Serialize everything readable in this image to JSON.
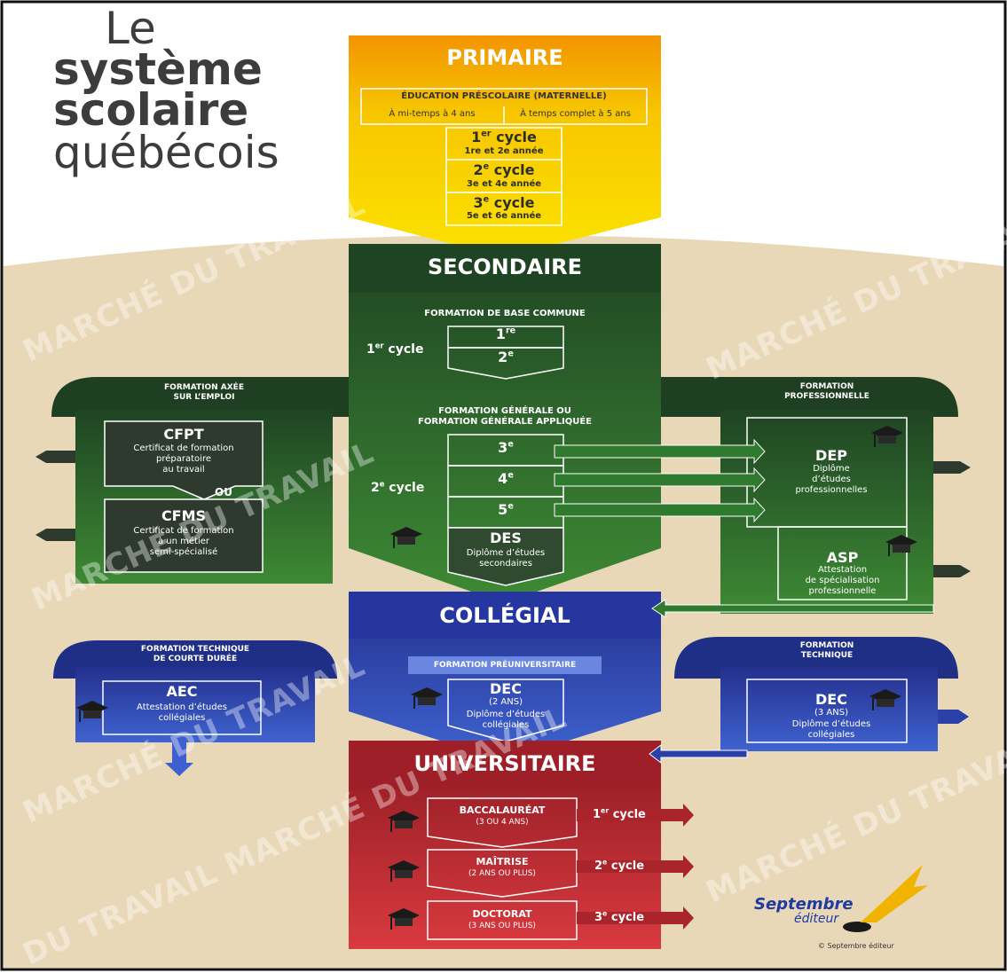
{
  "title": {
    "line1": "Le",
    "line2": "système",
    "line3": "scolaire",
    "line4": "québécois"
  },
  "watermark": {
    "text1": "MARCHÉ DU TRAVAIL",
    "text2": "DU TRAVAIL MARCHÉ DU TRAVAIL"
  },
  "primaire": {
    "header": "PRIMAIRE",
    "prescolaire": "ÉDUCATION PRÉSCOLAIRE (MATERNELLE)",
    "mi_temps": "À mi-temps à 4 ans",
    "temps_complet": "À temps complet à 5 ans",
    "cycle1": {
      "num": "1",
      "sup": "er",
      "word": " cycle",
      "sub": "1re et 2e année"
    },
    "cycle2": {
      "num": "2",
      "sup": "e",
      "word": " cycle",
      "sub": "3e et 4e année"
    },
    "cycle3": {
      "num": "3",
      "sup": "e",
      "word": " cycle",
      "sub": "5e et 6e année"
    }
  },
  "secondaire": {
    "header": "SECONDAIRE",
    "base_commune": "FORMATION DE BASE COMMUNE",
    "cycle1": {
      "num": "1",
      "sup": "er",
      "word": " cycle"
    },
    "y1": {
      "num": "1",
      "sup": "re"
    },
    "y2": {
      "num": "2",
      "sup": "e"
    },
    "gen_line1": "FORMATION GÉNÉRALE OU",
    "gen_line2": "FORMATION GÉNÉRALE APPLIQUÉE",
    "cycle2": {
      "num": "2",
      "sup": "e",
      "word": " cycle"
    },
    "y3": {
      "num": "3",
      "sup": "e"
    },
    "y4": {
      "num": "4",
      "sup": "e"
    },
    "y5": {
      "num": "5",
      "sup": "e"
    },
    "des": "DES",
    "des_line1": "Diplôme d’études",
    "des_line2": "secondaires"
  },
  "emploi": {
    "line1": "FORMATION AXÉE",
    "line2": "SUR L’EMPLOI",
    "cfpt": "CFPT",
    "cfpt_l1": "Certificat de formation",
    "cfpt_l2": "préparatoire",
    "cfpt_l3": "au travail",
    "ou": "OU",
    "cfms": "CFMS",
    "cfms_l1": "Certificat de formation",
    "cfms_l2": "à un métier",
    "cfms_l3": "semi-spécialisé"
  },
  "professionnelle": {
    "line1": "FORMATION",
    "line2": "PROFESSIONNELLE",
    "dep": "DEP",
    "dep_l1": "Diplôme",
    "dep_l2": "d’études",
    "dep_l3": "professionnelles",
    "asp": "ASP",
    "asp_l1": "Attestation",
    "asp_l2": "de spécialisation",
    "asp_l3": "professionnelle"
  },
  "collegial": {
    "header": "COLLÉGIAL",
    "preu": "FORMATION PRÉUNIVERSITAIRE",
    "dec": "DEC",
    "dec_dur": "(2 ANS)",
    "dec_l1": "Diplôme d’études",
    "dec_l2": "collégiales"
  },
  "courte": {
    "line1": "FORMATION TECHNIQUE",
    "line2": "DE COURTE DURÉE",
    "aec": "AEC",
    "aec_l1": "Attestation d’études",
    "aec_l2": "collégiales"
  },
  "technique": {
    "line1": "FORMATION",
    "line2": "TECHNIQUE",
    "dec": "DEC",
    "dec_dur": "(3 ANS)",
    "dec_l1": "Diplôme d’études",
    "dec_l2": "collégiales"
  },
  "universitaire": {
    "header": "UNIVERSITAIRE",
    "bac": "BACCALAURÉAT",
    "bac_dur": "(3 OU 4 ANS)",
    "mai": "MAÎTRISE",
    "mai_dur": "(2 ANS OU PLUS)",
    "doc": "DOCTORAT",
    "doc_dur": "(3 ANS OU PLUS)",
    "c1": {
      "num": "1",
      "sup": "er",
      "word": " cycle"
    },
    "c2": {
      "num": "2",
      "sup": "e",
      "word": " cycle"
    },
    "c3": {
      "num": "3",
      "sup": "e",
      "word": " cycle"
    }
  },
  "publisher": {
    "line1": "Septembre",
    "line2": "éditeur",
    "copyright": "© Septembre éditeur"
  },
  "colors": {
    "primaire": "#f5c400",
    "secondaire": "#2e6b2e",
    "collegial": "#2b3fa8",
    "universitaire": "#c0282f",
    "background": "#e8d8b8"
  },
  "icons": [
    "graduation-cap-icon",
    "arrow-right-icon",
    "arrow-left-icon",
    "logo-septembre"
  ]
}
